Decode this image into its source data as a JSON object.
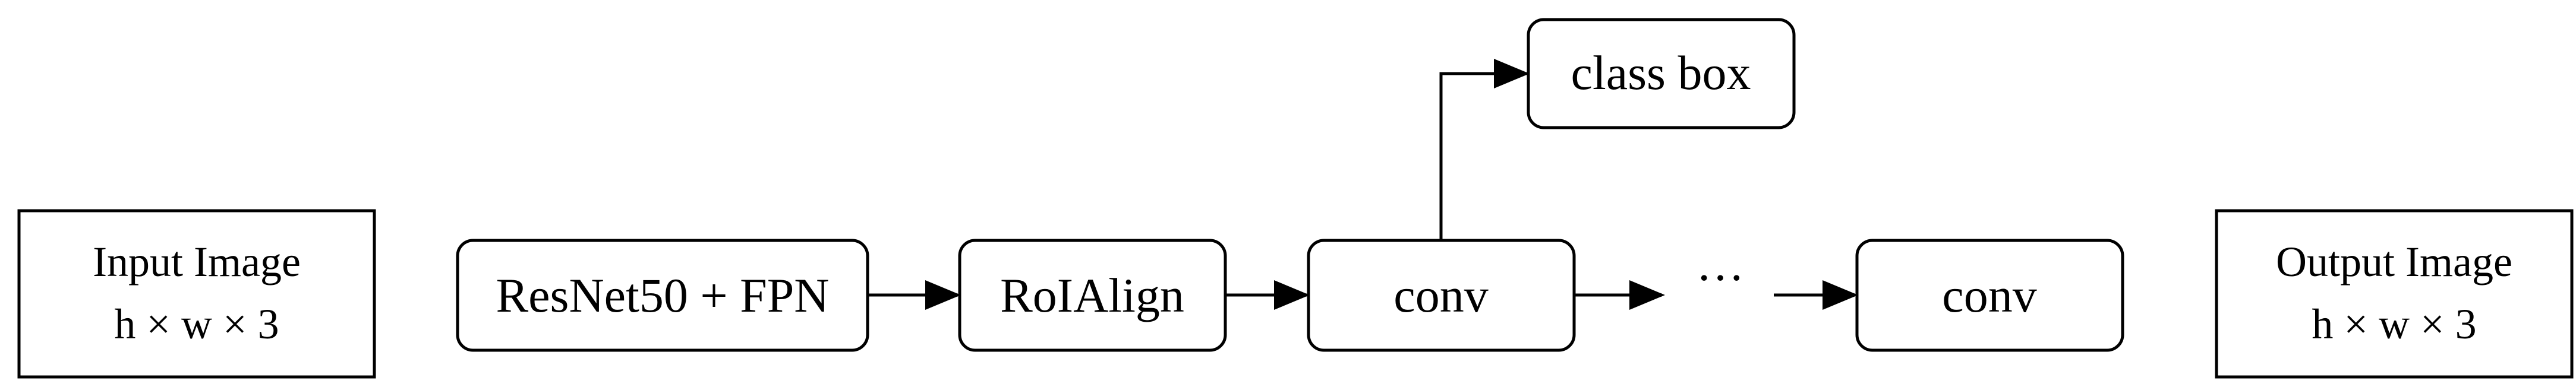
{
  "nodes": {
    "input": {
      "line1": "Input Image",
      "line2": "h × w × 3"
    },
    "backbone": {
      "label": "ResNet50 + FPN"
    },
    "roialign": {
      "label": "RoIAlign"
    },
    "conv1": {
      "label": "conv"
    },
    "classbox": {
      "label": "class box"
    },
    "ellipsis": {
      "label": "···"
    },
    "conv2": {
      "label": "conv"
    },
    "output": {
      "line1": "Output Image",
      "line2": "h × w × 3"
    }
  },
  "colors": {
    "stroke": "#000000",
    "fill": "#ffffff",
    "text": "#000000"
  }
}
